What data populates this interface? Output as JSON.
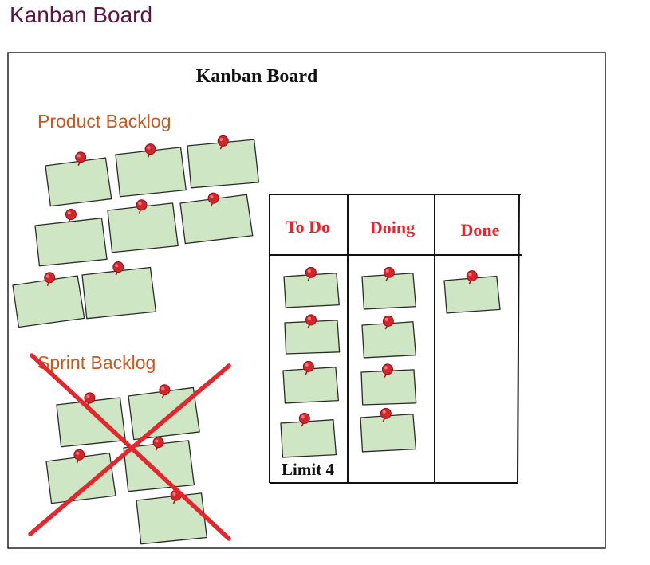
{
  "page": {
    "heading": "Kanban Board"
  },
  "diagram": {
    "title": "Kanban Board",
    "product_backlog_label": "Product Backlog",
    "sprint_backlog_label": "Sprint Backlog",
    "columns": [
      "To Do",
      "Doing",
      "Done"
    ],
    "limit_label": "Limit 4",
    "card_counts": {
      "product_backlog": 8,
      "sprint_backlog": 5,
      "to_do": 4,
      "doing": 4,
      "done": 1
    },
    "sprint_backlog_crossed_out": true,
    "colors": {
      "heading": "#5b1546",
      "backlog_label": "#c55a22",
      "column_header": "#e0282e",
      "card_fill": "#cfe6c4",
      "pin": "#d3262c",
      "cross": "#e0282e"
    }
  }
}
